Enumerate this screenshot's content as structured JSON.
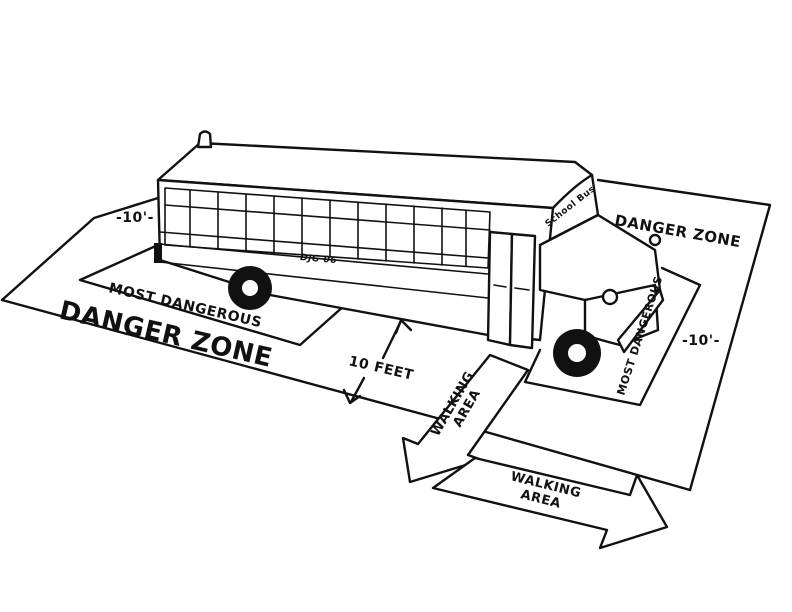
{
  "labels": {
    "danger_zone_front": "DANGER ZONE",
    "danger_zone_right": "DANGER ZONE",
    "most_dangerous_side": "MOST DANGEROUS",
    "most_dangerous_front": "MOST DANGEROUS",
    "ten_feet_side": "10 FEET",
    "ten_ft_left": "-10'-",
    "ten_ft_right": "-10'-",
    "walking_area_1_line1": "WALKING",
    "walking_area_1_line2": "AREA",
    "walking_area_2_line1": "WALKING",
    "walking_area_2_line2": "AREA",
    "bus_sign": "School Bus",
    "bus_side_text": "DJG 06"
  },
  "colors": {
    "ink": "#111111",
    "paper": "#ffffff"
  }
}
